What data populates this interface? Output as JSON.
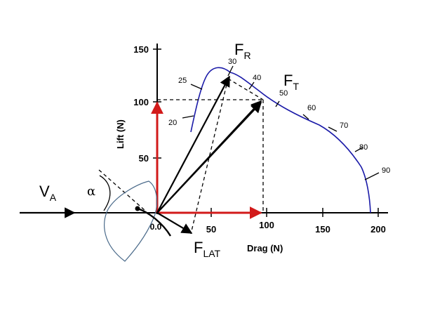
{
  "axes": {
    "x_title": "Drag (N)",
    "y_title": "Lift (N)",
    "x_ticks": [
      "50",
      "100",
      "150",
      "200"
    ],
    "y_ticks": [
      "50",
      "100",
      "150"
    ],
    "origin": "0.0"
  },
  "polar_angles": [
    "20",
    "25",
    "30",
    "40",
    "50",
    "60",
    "70",
    "80",
    "90"
  ],
  "forces": {
    "resultant": {
      "main": "F",
      "sub": "R"
    },
    "total": {
      "main": "F",
      "sub": "T"
    },
    "lateral": {
      "main": "F",
      "sub": "LAT"
    },
    "apparent_wind": {
      "main": "V",
      "sub": "A"
    }
  },
  "angle_symbol": "α",
  "colors": {
    "polar_curve": "#1a1aa8",
    "component_arrows": "#d21a1a",
    "axes": "#000000",
    "hull": "#4a6a8a"
  }
}
